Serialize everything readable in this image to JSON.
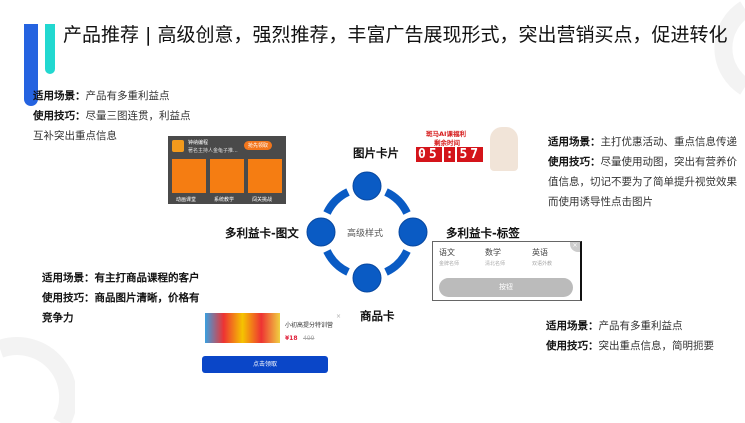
{
  "header": {
    "title": "产品推荐 | 高级创意，强烈推荐，丰富广告展现形式，突出营销买点，促进转化"
  },
  "notes": [
    {
      "scene_label": "适用场景：",
      "scene": "产品有多重利益点",
      "tip_label": "使用技巧：",
      "tip": "尽量三图连贯，利益点互补突出重点信息"
    },
    {
      "scene_label": "适用场景：",
      "scene": "主打优惠活动、重点信息传递",
      "tip_label": "使用技巧：",
      "tip": "尽量使用动图，突出有营养价值信息，切记不要为了简单提升视觉效果而使用诱导性点击图片"
    },
    {
      "scene_label": "适用场景：",
      "scene": "有主打商品课程的客户",
      "tip_label": "使用技巧：",
      "tip": "商品图片清晰，价格有竞争力"
    },
    {
      "scene_label": "适用场景：",
      "scene": "产品有多重利益点",
      "tip_label": "使用技巧：",
      "tip": "突出重点信息，简明扼要"
    }
  ],
  "diagram": {
    "center": "高级样式",
    "top": "图片卡片",
    "right": "多利益卡-标签",
    "bottom": "商品卡",
    "left": "多利益卡-图文",
    "color": "#0a5bc4"
  },
  "card_multi_img": {
    "brand": "钟纳编程",
    "sub": "著名主持人金龟子推...",
    "cta": "抢先领取",
    "tiles": [
      "动画课堂",
      "系统教学",
      "闯关挑战"
    ]
  },
  "card_image": {
    "headline": "斑马AI课福利",
    "sub": "剩余时间",
    "countdown": [
      "05",
      "57"
    ]
  },
  "card_tags": {
    "tags": [
      {
        "t": "语文",
        "s": "金牌名师"
      },
      {
        "t": "数学",
        "s": "清北名师"
      },
      {
        "t": "英语",
        "s": "双语外教"
      }
    ],
    "button": "按钮"
  },
  "card_product": {
    "name": "小初高提分特训营",
    "price": "¥18",
    "orig": "499",
    "button": "点击领取"
  }
}
